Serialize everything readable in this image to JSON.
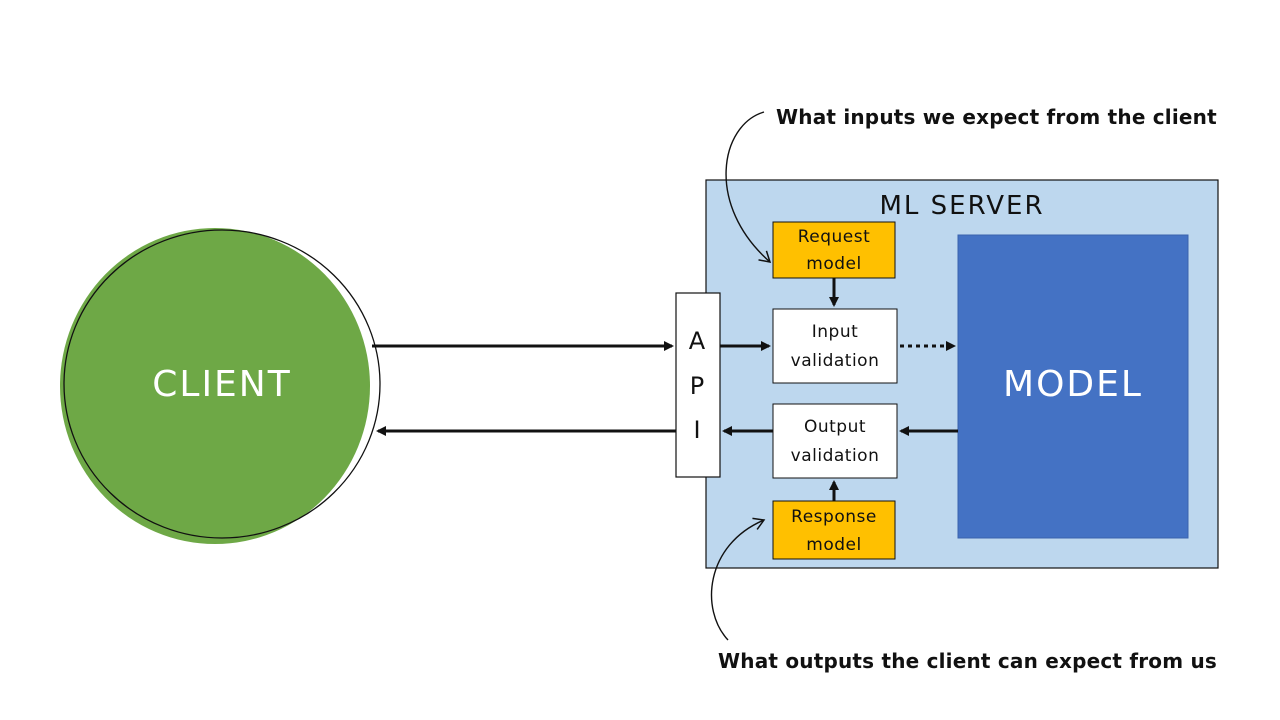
{
  "client": {
    "label": "CLIENT"
  },
  "server": {
    "label": "ML SERVER"
  },
  "api": {
    "letters": [
      "A",
      "P",
      "I"
    ]
  },
  "request_model": {
    "line1": "Request",
    "line2": "model"
  },
  "response_model": {
    "line1": "Response",
    "line2": "model"
  },
  "input_validation": {
    "line1": "Input",
    "line2": "validation"
  },
  "output_validation": {
    "line1": "Output",
    "line2": "validation"
  },
  "model": {
    "label": "MODEL"
  },
  "notes": {
    "top": "What inputs we expect from the client",
    "bottom": "What outputs the client can expect from us"
  },
  "colors": {
    "client_fill": "#6ea846",
    "server_fill": "#bdd7ee",
    "model_fill": "#4472c4",
    "schema_fill": "#ffc000",
    "box_fill": "#ffffff",
    "stroke": "#111111"
  }
}
